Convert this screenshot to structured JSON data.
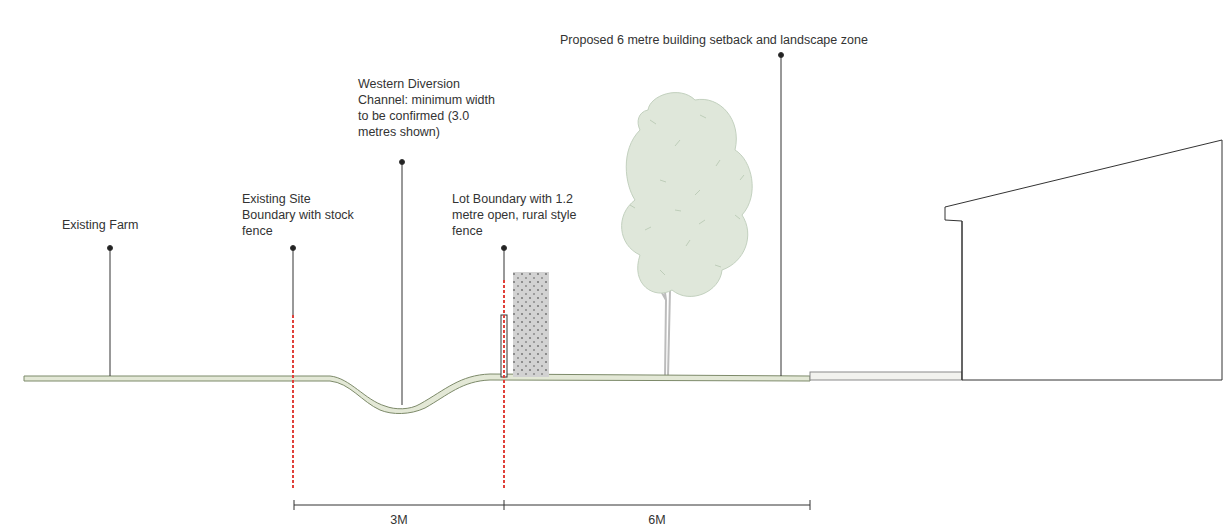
{
  "diagram": {
    "labels": [
      "Proposed 6 metre building setback and landscape zone",
      "Western Diversion Channel: minimum width to be confirmed (3.0 metres shown)",
      "Existing Site Boundary with stock fence",
      "Lot Boundary with 1.2 metre open, rural style fence",
      "Existing Farm",
      "3M",
      "6M"
    ]
  }
}
